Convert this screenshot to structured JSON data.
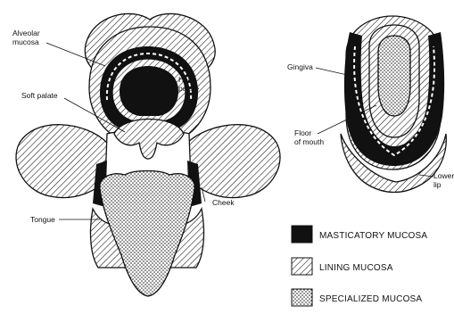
{
  "labels": {
    "alveolar_mucosa_line1": "Alveolar",
    "alveolar_mucosa_line2": "mucosa",
    "hard_palate_line1": "Hard",
    "hard_palate_line2": "palate",
    "soft_palate": "Soft palate",
    "tongue": "Tongue",
    "cheek": "Cheek",
    "gingiva": "Gingiva",
    "floor_of_mouth_line1": "Floor",
    "floor_of_mouth_line2": "of mouth",
    "lower_lip_line1": "Lower",
    "lower_lip_line2": "lip"
  },
  "legend": [
    {
      "label": "MASTICATORY MUCOSA",
      "pattern": "solid-black"
    },
    {
      "label": "LINING MUCOSA",
      "pattern": "diagonal-hatch"
    },
    {
      "label": "SPECIALIZED MUCOSA",
      "pattern": "stipple"
    }
  ],
  "colors": {
    "ink": "#111111",
    "paper": "#ffffff"
  }
}
